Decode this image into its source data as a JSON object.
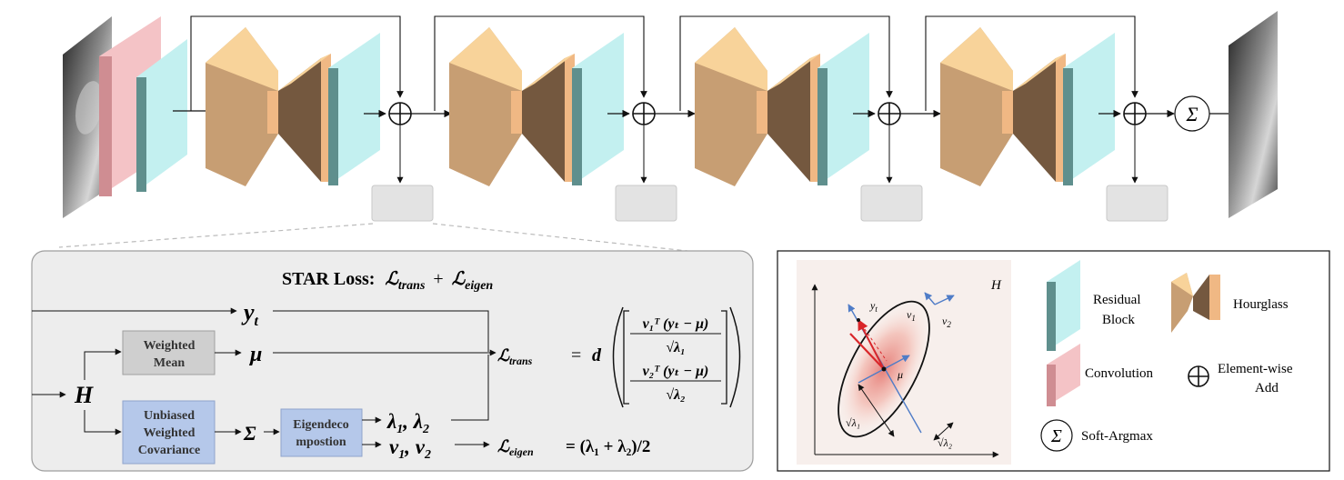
{
  "top": {
    "sigma_symbol": "Σ"
  },
  "star": {
    "title_prefix": "STAR Loss:",
    "title_t1": "ℒ",
    "title_t1_sub": "trans",
    "title_plus": "+",
    "title_t2": "ℒ",
    "title_t2_sub": "eigen",
    "y_t": "y",
    "y_t_sub": "t",
    "mu": "μ",
    "H": "H",
    "Sigma": "Σ",
    "lambdas": "λ",
    "lambda1_sub": "1",
    "lambda_comma": ", λ",
    "lambda2_sub": "2",
    "vs": "v",
    "v1_sub": "1",
    "v_comma": ", v",
    "v2_sub": "2",
    "weighted_mean_l1": "Weighted",
    "weighted_mean_l2": "Mean",
    "unbiased_l1": "Unbiased",
    "unbiased_l2": "Weighted",
    "unbiased_l3": "Covariance",
    "eigen_l1": "Eigendeco",
    "eigen_l2": "mpostion",
    "ltrans_lhs": "ℒ",
    "ltrans_sub": "trans",
    "equals": "=",
    "d": "d",
    "frac1_num": "v₁ᵀ (yₜ − μ)",
    "frac1_den": "√λ₁",
    "frac2_num": "v₂ᵀ (yₜ − μ)",
    "frac2_den": "√λ₂",
    "leigen_lhs": "ℒ",
    "leigen_sub": "eigen",
    "leigen_rhs": "= (λ₁ + λ₂)/2"
  },
  "heatmap": {
    "H_label": "H",
    "yt_label": "y",
    "yt_sub": "t",
    "mu_label": "μ",
    "v1_label": "v",
    "v1_sub": "1",
    "v2_label": "v",
    "v2_sub": "2",
    "sqrt_l1": "√λ₁",
    "sqrt_l2": "√λ₂"
  },
  "legend": {
    "residual_l1": "Residual",
    "residual_l2": "Block",
    "hourglass": "Hourglass",
    "convolution": "Convolution",
    "elementwise_l1": "Element-wise",
    "elementwise_l2": "Add",
    "softargmax": "Soft-Argmax",
    "sigma_symbol": "Σ"
  },
  "colors": {
    "residual_front": "#c3f0f0",
    "residual_side": "#5f8f8d",
    "conv_front": "#f4c3c6",
    "conv_side": "#cf8d92",
    "hg_top": "#f8d39a",
    "hg_left": "#c79e73",
    "hg_right": "#74583f",
    "hg_mid": "#f0b884",
    "gray_box": "#e3e3e3",
    "weighted_mean": "#cfcfcf",
    "blue_box": "#b5c8ea",
    "panel_bg": "#ededed",
    "arrow_blue": "#4f7cc7",
    "arrow_red": "#d9262a"
  }
}
